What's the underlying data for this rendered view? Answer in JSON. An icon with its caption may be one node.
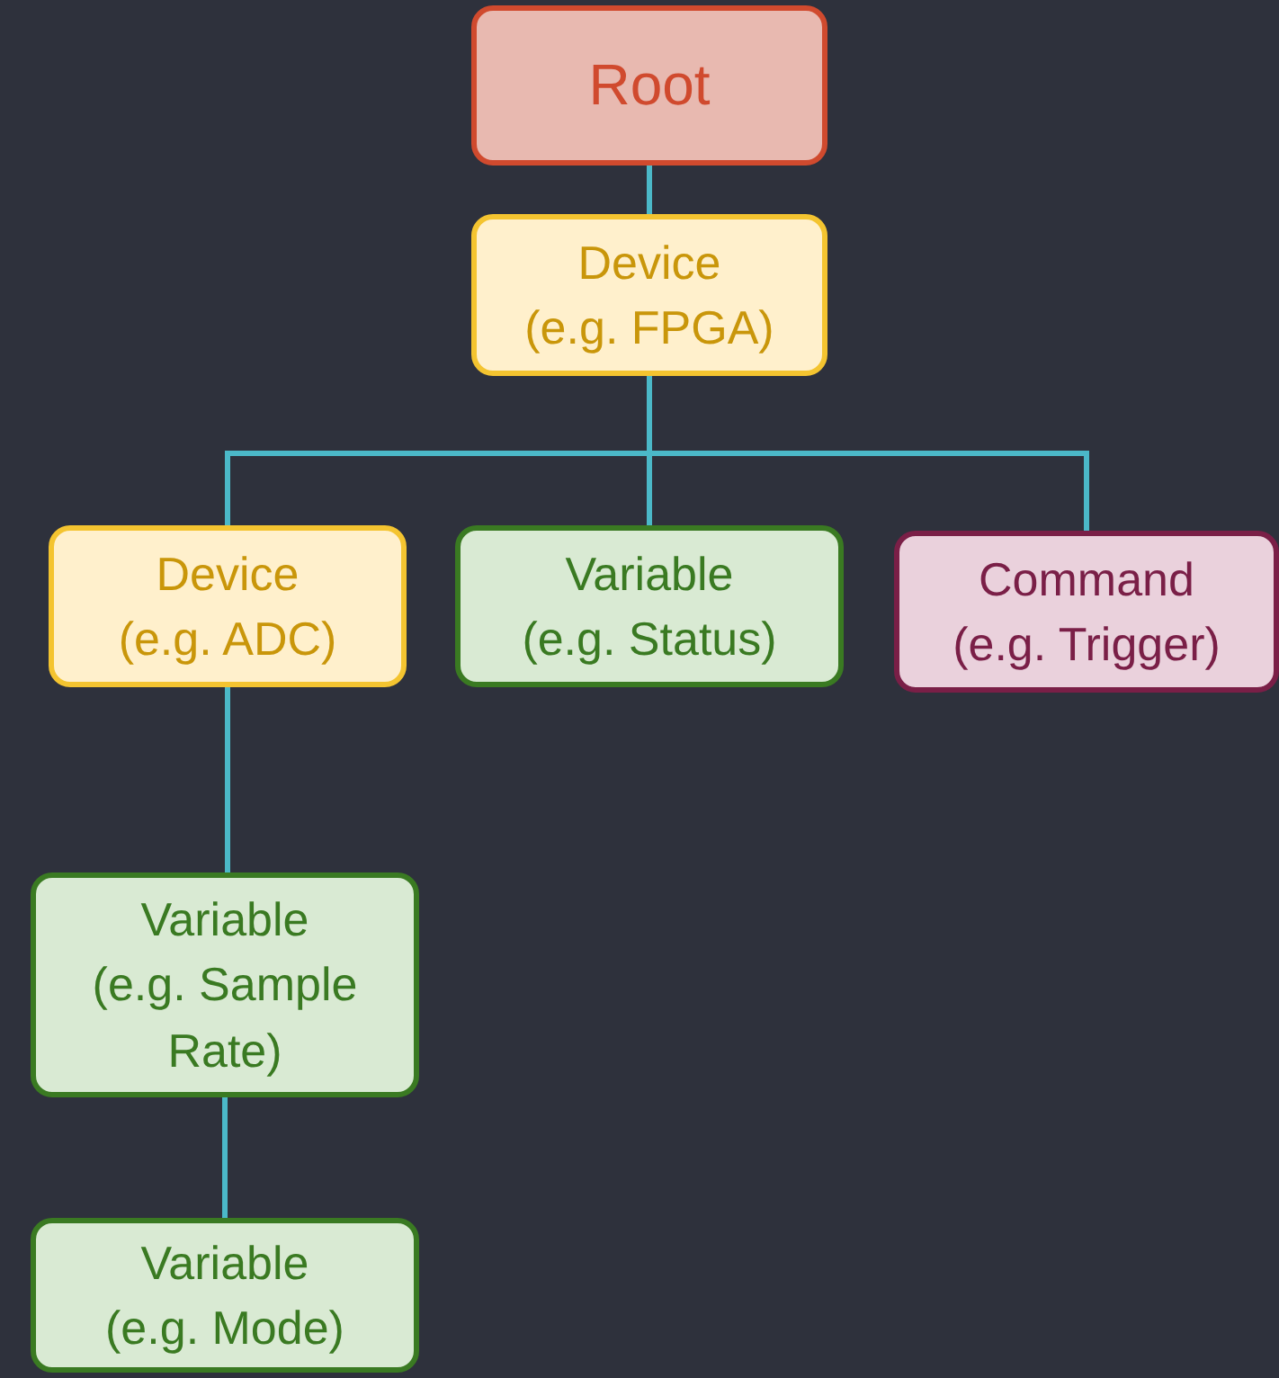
{
  "diagram": {
    "nodes": [
      {
        "text": [
          "Root"
        ]
      },
      {
        "text": [
          "Device",
          "(e.g. FPGA)"
        ]
      },
      {
        "text": [
          "Device",
          "(e.g. ADC)"
        ]
      },
      {
        "text": [
          "Variable",
          "(e.g. Status)"
        ]
      },
      {
        "text": [
          "Command",
          "(e.g. Trigger)"
        ]
      },
      {
        "text": [
          "Variable",
          "(e.g. Sample Rate)"
        ]
      },
      {
        "text": [
          "Variable",
          "(e.g. Mode)"
        ]
      }
    ],
    "edges": [
      {
        "from": 0,
        "to": 1,
        "arrow": "none"
      },
      {
        "from": 1,
        "to": 2,
        "arrow": "none"
      },
      {
        "from": 1,
        "to": 3,
        "arrow": "none"
      },
      {
        "from": 1,
        "to": 4,
        "arrow": "none"
      },
      {
        "from": 2,
        "to": 5,
        "arrow": "none"
      },
      {
        "from": 5,
        "to": 6,
        "arrow": "none"
      }
    ]
  }
}
